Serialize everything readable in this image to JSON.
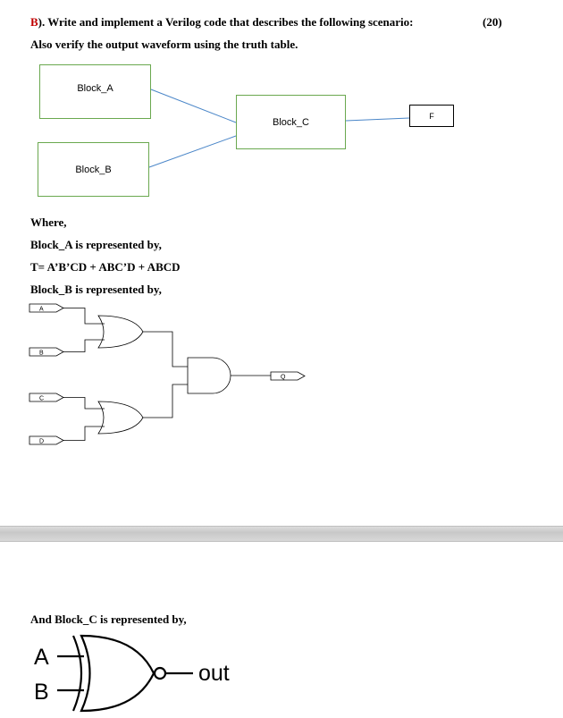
{
  "question": {
    "prefix": "B",
    "heading": "). Write and implement a Verilog code that describes the following scenario:",
    "marks": "(20)",
    "subheading": "Also verify the output waveform using the truth table."
  },
  "block_diagram": {
    "block_a": "Block_A",
    "block_b": "Block_B",
    "block_c": "Block_C",
    "output": "F",
    "box_color": "#6aa84f",
    "wire_color": "#4a86c8"
  },
  "text": {
    "where": "Where,",
    "block_a_rep": "Block_A is represented by,",
    "equation": "T= A’B’CD + ABC’D + ABCD",
    "block_b_rep": "Block_B is represented by,",
    "block_c_rep": "And Block_C is represented by,"
  },
  "circuit_b": {
    "inputs": [
      "A",
      "B",
      "C",
      "D"
    ],
    "output": "Q"
  },
  "circuit_c": {
    "input_a": "A",
    "input_b": "B",
    "output": "out"
  }
}
